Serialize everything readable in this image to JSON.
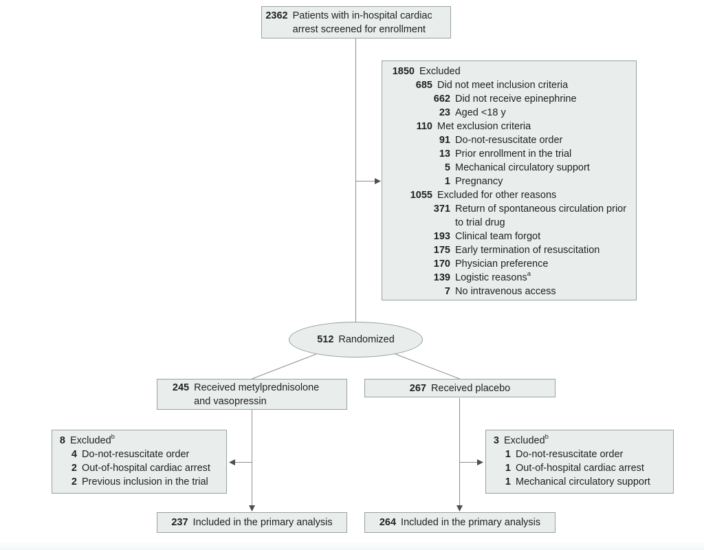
{
  "palette": {
    "box_fill": "#e9eeec",
    "box_border": "#96a09d",
    "line": "#8c8c8c",
    "arrow": "#4f4f4f",
    "text": "#1f1f1f"
  },
  "top_box": {
    "num": "2362",
    "label": "Patients with in-hospital cardiac arrest screened for enrollment"
  },
  "exclusion_box": {
    "rows": [
      {
        "num": "1850",
        "label": "Excluded"
      },
      {
        "num": "685",
        "label": "Did not meet inclusion criteria"
      },
      {
        "num": "662",
        "label": "Did not receive epinephrine"
      },
      {
        "num": "23",
        "label": "Aged <18 y"
      },
      {
        "num": "110",
        "label": "Met exclusion criteria"
      },
      {
        "num": "91",
        "label": "Do-not-resuscitate order"
      },
      {
        "num": "13",
        "label": "Prior enrollment in the trial"
      },
      {
        "num": "5",
        "label": "Mechanical circulatory support"
      },
      {
        "num": "1",
        "label": "Pregnancy"
      },
      {
        "num": "1055",
        "label": "Excluded for other reasons"
      },
      {
        "num": "371",
        "label": "Return of spontaneous circulation prior to trial drug"
      },
      {
        "num": "193",
        "label": "Clinical team forgot"
      },
      {
        "num": "175",
        "label": "Early termination of resuscitation"
      },
      {
        "num": "170",
        "label": "Physician preference"
      },
      {
        "num": "139",
        "label": "Logistic reasons",
        "sup": "a"
      },
      {
        "num": "7",
        "label": "No intravenous access"
      }
    ]
  },
  "randomized": {
    "num": "512",
    "label": "Randomized"
  },
  "left_arm_box": {
    "num": "245",
    "label": "Received metylprednisolone and vasopressin"
  },
  "right_arm_box": {
    "num": "267",
    "label": "Received placebo"
  },
  "left_exclusion_box": {
    "rows": [
      {
        "num": "8",
        "label": "Excluded",
        "sup": "b"
      },
      {
        "num": "4",
        "label": "Do-not-resuscitate order"
      },
      {
        "num": "2",
        "label": "Out-of-hospital cardiac arrest"
      },
      {
        "num": "2",
        "label": "Previous inclusion in the trial"
      }
    ]
  },
  "right_exclusion_box": {
    "rows": [
      {
        "num": "3",
        "label": "Excluded",
        "sup": "b"
      },
      {
        "num": "1",
        "label": "Do-not-resuscitate order"
      },
      {
        "num": "1",
        "label": "Out-of-hospital cardiac arrest"
      },
      {
        "num": "1",
        "label": "Mechanical circulatory support"
      }
    ]
  },
  "left_outcome_box": {
    "num": "237",
    "label": "Included in the primary analysis"
  },
  "right_outcome_box": {
    "num": "264",
    "label": "Included in the primary analysis"
  }
}
